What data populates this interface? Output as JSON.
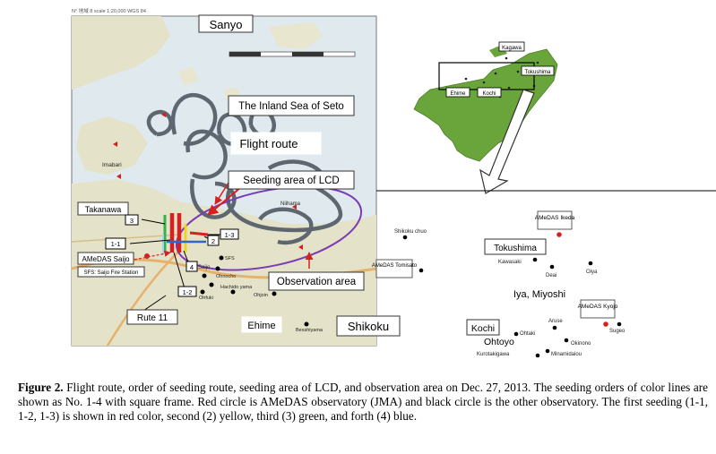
{
  "figure": {
    "header_text": "N° 地域 8 scale 1:20,000 WGS 84",
    "left_map": {
      "region_north": "Sanyo",
      "sea_label": "The Inland Sea of Seto",
      "route_label": "Flight route",
      "seeding_label": "Seeding area of LCD",
      "observation_label": "Observation area",
      "imabari": "Imabari",
      "niihama": "Niihama",
      "takanawa": "Takanawa",
      "amedas_saijo": "AMeDAS  Saijo",
      "sfs_note": "SFS: Saijo Fire Station",
      "sfs": "SFS",
      "saijo": "Saijo",
      "ohnocho": "Ohnocho",
      "hachido_yama": "Hachido yama",
      "ohjoin": "Ohjoin",
      "ohfuki": "Ohfuki",
      "besshiyama": "Besshiyama",
      "rute": "Rute 11",
      "ehime": "Ehime",
      "shikoku": "Shikoku",
      "seq_labels": [
        "3",
        "1-1",
        "4",
        "2",
        "1-3",
        "1-2"
      ]
    },
    "inset_map": {
      "kagawa": "Kagawa",
      "ehime": "Ehime",
      "kochi": "Kochi",
      "tokushima": "Tokushima"
    },
    "right_map": {
      "shikoku_chuo": "Shikoku chuo",
      "amedas_tomisato": "AMeDAS Tomisato",
      "amedas_ikeda": "AMeDAS Ikeda",
      "tokushima": "Tokushima",
      "kawasaki": "Kawasaki",
      "deai": "Deai",
      "oiya": "Oiya",
      "iya_miyoshi": "Iya, Miyoshi",
      "amedas_kyojo": "AMeDAS Kyojo",
      "sugeo": "Sugeo",
      "kochi": "Kochi",
      "aruse": "Aruse",
      "ohtaki": "Ohtaki",
      "ohtoyo": "Ohtoyo",
      "okinono": "Okinono",
      "kurotakigawa": "Kurotakigawa",
      "minamidaiou": "Minamidaiou"
    }
  },
  "caption": {
    "label": "Figure 2.",
    "text": " Flight route, order of seeding route, seeding area of LCD, and observation area on Dec. 27, 2013. The seeding orders of color lines are shown as No. 1-4 with square frame. Red circle is AMeDAS observatory (JMA) and black circle is the other observatory. The first seeding (1-1, 1-2, 1-3) is shown in red color, second (2) yellow, third (3) green, and forth (4) blue."
  },
  "colors": {
    "sea": "#dfe9ee",
    "land": "#e4e3c9",
    "route": "#5e6770",
    "inset_green": "#6aa53c",
    "ellipse": "#7a3bb5",
    "red": "#d52020",
    "yellow": "#f2d21a",
    "green": "#33b24a",
    "blue": "#2f66c8"
  }
}
